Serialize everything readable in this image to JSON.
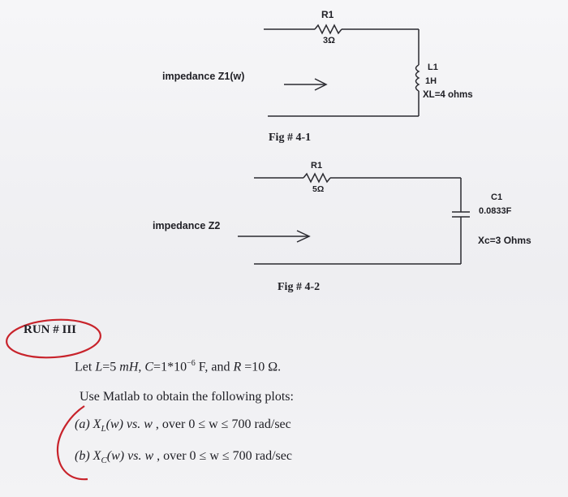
{
  "fig1": {
    "resistor_name": "R1",
    "resistor_value": "3Ω",
    "impedance_label": "impedance Z1(w)",
    "inductor_name": "L1",
    "inductor_value": "1H",
    "inductor_reactance": "XL=4 ohms",
    "caption": "Fig # 4-1"
  },
  "fig2": {
    "resistor_name": "R1",
    "resistor_value": "5Ω",
    "impedance_label": "impedance Z2",
    "capacitor_name": "C1",
    "capacitor_value": "0.0833F",
    "capacitor_reactance": "Xc=3 Ohms",
    "caption": "Fig # 4-2"
  },
  "run": {
    "title": "RUN # III",
    "given_prefix": "Let ",
    "L_var": "L",
    "L_val": "=5 ",
    "L_unit": "mH",
    "sep1": ", ",
    "C_var": "C",
    "C_val": "=1*10",
    "C_exp": "−6",
    "C_unit": " F, and ",
    "R_var": "R",
    "R_val": " =10 Ω.",
    "instruction": "Use Matlab to obtain the following plots:",
    "items": [
      {
        "marker": "(a)",
        "func_main": "X",
        "func_sub": "L",
        "func_arg": "(w)",
        "vs": " vs.  w",
        "range": " , over 0 ≤ w ≤ 700 rad/sec"
      },
      {
        "marker": "(b)",
        "func_main": "X",
        "func_sub": "C",
        "func_arg": "(w)",
        "vs": "  vs. w",
        "range": " , over 0 ≤ w ≤ 700 rad/sec"
      }
    ]
  }
}
